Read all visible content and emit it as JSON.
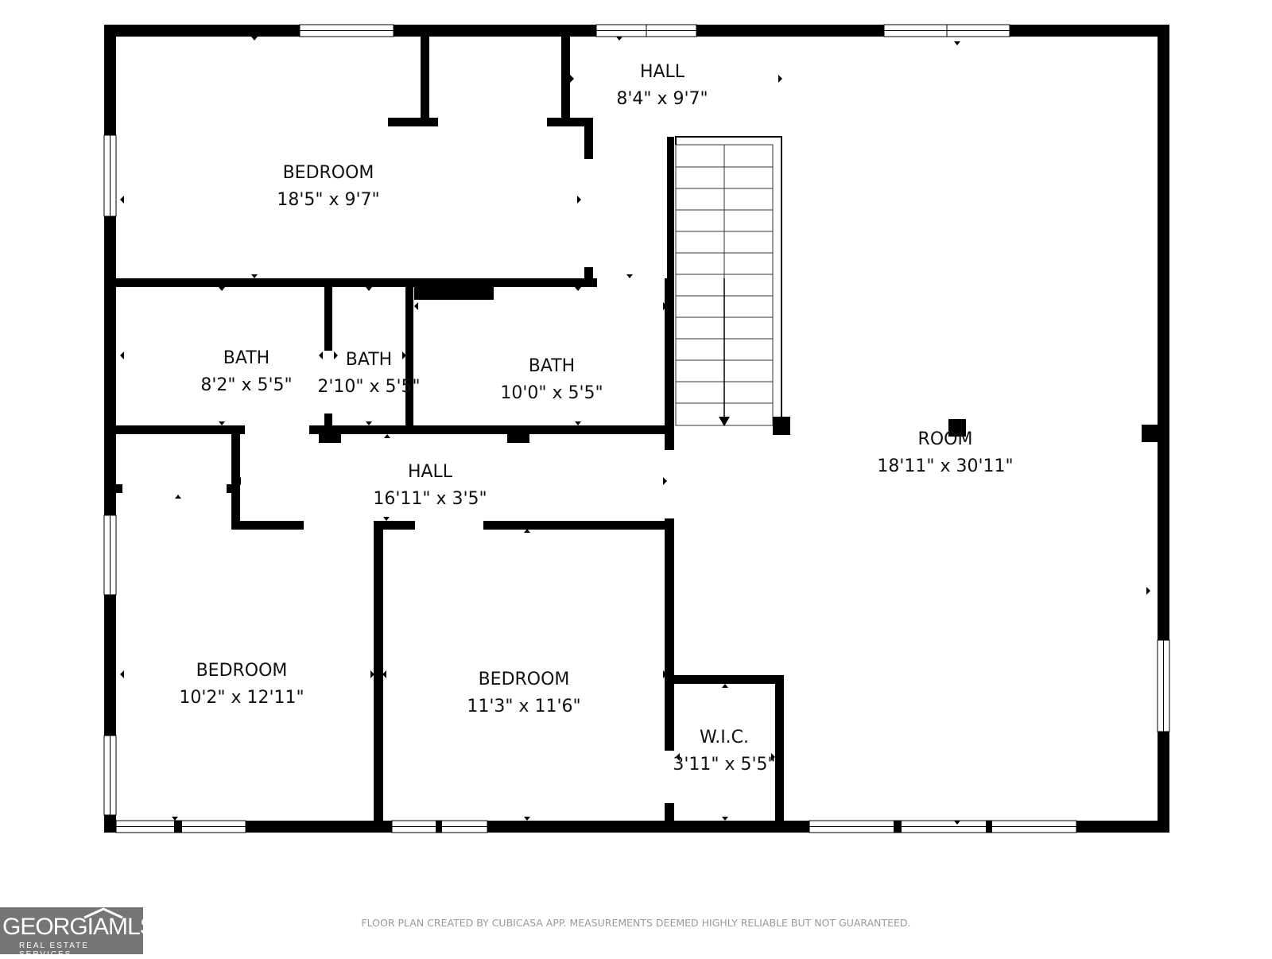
{
  "rooms": [
    {
      "name": "HALL",
      "dims": "8'4\" x 9'7\""
    },
    {
      "name": "BEDROOM",
      "dims": "18'5\" x 9'7\""
    },
    {
      "name": "BATH",
      "dims": "8'2\" x 5'5\""
    },
    {
      "name": "BATH",
      "dims": "2'10\" x 5'5\""
    },
    {
      "name": "BATH",
      "dims": "10'0\" x 5'5\""
    },
    {
      "name": "ROOM",
      "dims": "18'11\" x 30'11\""
    },
    {
      "name": "HALL",
      "dims": "16'11\" x 3'5\""
    },
    {
      "name": "BEDROOM",
      "dims": "10'2\" x 12'11\""
    },
    {
      "name": "BEDROOM",
      "dims": "11'3\" x 11'6\""
    },
    {
      "name": "W.I.C.",
      "dims": "3'11\" x 5'5\""
    }
  ],
  "footer_note": "FLOOR PLAN CREATED BY CUBICASA APP. MEASUREMENTS DEEMED HIGHLY RELIABLE BUT NOT GUARANTEED.",
  "logo": {
    "main": "GEORGIAMLS",
    "sub": "REAL ESTATE SERVICES"
  },
  "colors": {
    "wall": "#000000",
    "window": "#ffffff",
    "background": "#ffffff",
    "footer_text": "#9a9a9a",
    "logo_bg": "#757575"
  }
}
